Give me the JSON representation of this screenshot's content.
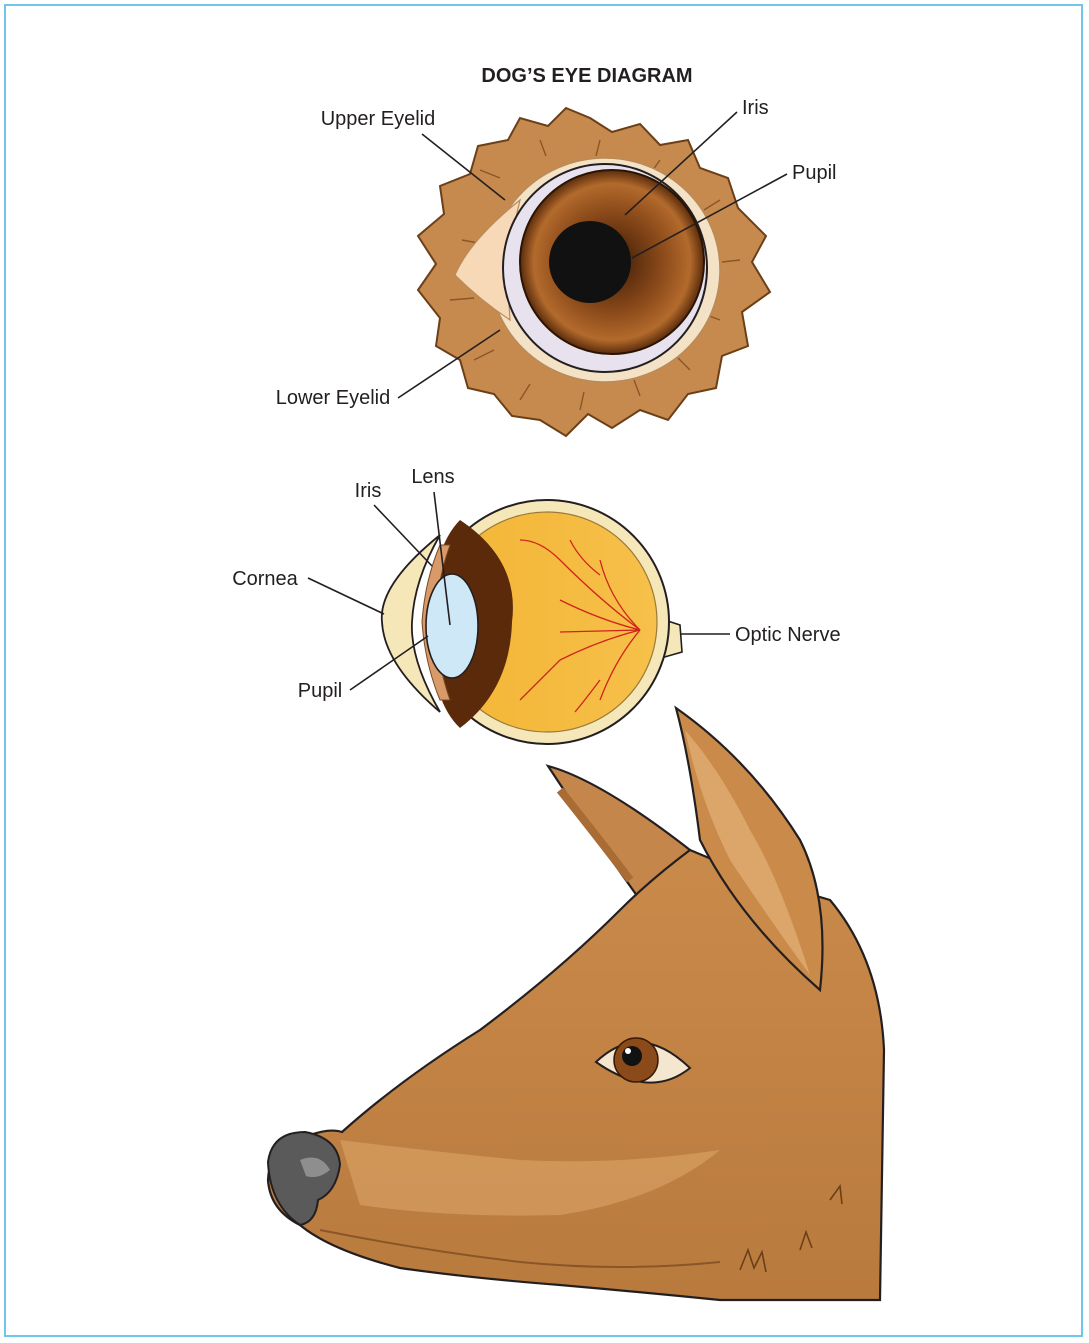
{
  "title": "DOG’S EYE DIAGRAM",
  "front_view": {
    "labels": {
      "upper_eyelid": "Upper Eyelid",
      "iris": "Iris",
      "pupil": "Pupil",
      "lower_eyelid": "Lower Eyelid"
    }
  },
  "cross_section": {
    "labels": {
      "iris": "Iris",
      "lens": "Lens",
      "cornea": "Cornea",
      "optic_nerve": "Optic Nerve",
      "pupil": "Pupil"
    }
  },
  "colors": {
    "frame_border": "#6ec6e8",
    "fur": "#c68a4e",
    "iris": "#8b4a1a",
    "pupil": "#111111",
    "retina": "#f0b43a",
    "choroid": "#5a2a0a",
    "lens": "#cfe8f7",
    "dog_coat": "#c9894a",
    "nose": "#5a5a5a"
  }
}
